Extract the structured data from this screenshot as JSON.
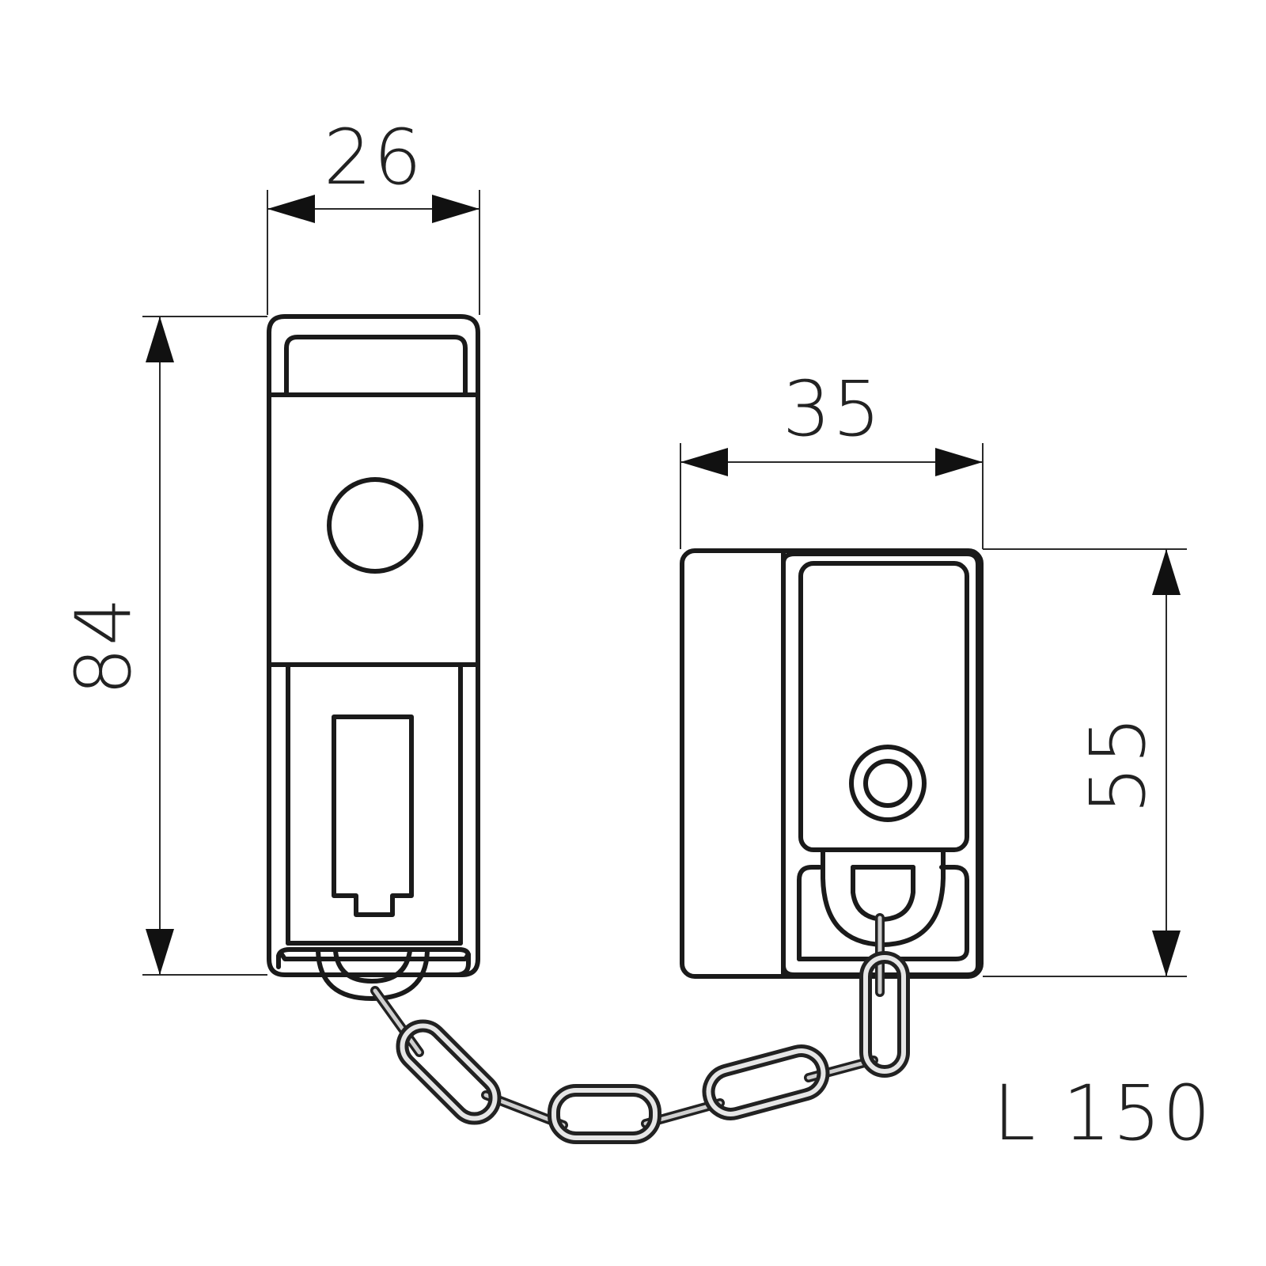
{
  "drawing": {
    "subject": "door chain guard",
    "colors": {
      "line": "#1a1a1a",
      "background": "#ffffff",
      "chain_highlight": "#cfcfcf"
    },
    "dimensions": {
      "left_width": "26",
      "left_height": "84",
      "right_width": "35",
      "right_height": "55",
      "chain_length": "L 150"
    },
    "units": "mm"
  }
}
